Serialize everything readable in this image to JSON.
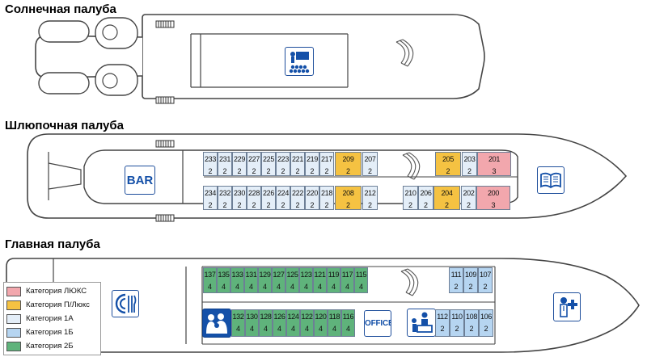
{
  "decks": {
    "sun": {
      "title": "Солнечная палуба"
    },
    "boat": {
      "title": "Шлюпочная палуба",
      "bar_label": "BAR"
    },
    "main": {
      "title": "Главная палуба",
      "office_label": "OFFICE"
    }
  },
  "categories": {
    "lux": {
      "label": "Категория ЛЮКС",
      "color": "#f2a7ad"
    },
    "plux": {
      "label": "Категория П/Люкс",
      "color": "#f5c242"
    },
    "c1a": {
      "label": "Категория 1А",
      "color": "#e4eef8"
    },
    "c1b": {
      "label": "Категория 1Б",
      "color": "#b6d5f1"
    },
    "c2b": {
      "label": "Категория 2Б",
      "color": "#5fb37b"
    }
  },
  "cabins": {
    "boat_top": [
      {
        "num": "233",
        "berths": "2",
        "cat": "c1a"
      },
      {
        "num": "231",
        "berths": "2",
        "cat": "c1a"
      },
      {
        "num": "229",
        "berths": "2",
        "cat": "c1a"
      },
      {
        "num": "227",
        "berths": "2",
        "cat": "c1a"
      },
      {
        "num": "225",
        "berths": "2",
        "cat": "c1a"
      },
      {
        "num": "223",
        "berths": "2",
        "cat": "c1a"
      },
      {
        "num": "221",
        "berths": "2",
        "cat": "c1a"
      },
      {
        "num": "219",
        "berths": "2",
        "cat": "c1a"
      },
      {
        "num": "217",
        "berths": "2",
        "cat": "c1a"
      },
      {
        "num": "209",
        "berths": "2",
        "cat": "plux"
      },
      {
        "num": "207",
        "berths": "2",
        "cat": "c1a"
      },
      {
        "num": "205",
        "berths": "2",
        "cat": "plux"
      },
      {
        "num": "203",
        "berths": "2",
        "cat": "c1a"
      },
      {
        "num": "201",
        "berths": "3",
        "cat": "lux"
      }
    ],
    "boat_bottom": [
      {
        "num": "234",
        "berths": "2",
        "cat": "c1a"
      },
      {
        "num": "232",
        "berths": "2",
        "cat": "c1a"
      },
      {
        "num": "230",
        "berths": "2",
        "cat": "c1a"
      },
      {
        "num": "228",
        "berths": "2",
        "cat": "c1a"
      },
      {
        "num": "226",
        "berths": "2",
        "cat": "c1a"
      },
      {
        "num": "224",
        "berths": "2",
        "cat": "c1a"
      },
      {
        "num": "222",
        "berths": "2",
        "cat": "c1a"
      },
      {
        "num": "220",
        "berths": "2",
        "cat": "c1a"
      },
      {
        "num": "218",
        "berths": "2",
        "cat": "c1a"
      },
      {
        "num": "208",
        "berths": "2",
        "cat": "plux"
      },
      {
        "num": "212",
        "berths": "2",
        "cat": "c1a"
      },
      {
        "num": "210",
        "berths": "2",
        "cat": "c1a"
      },
      {
        "num": "206",
        "berths": "2",
        "cat": "c1a"
      },
      {
        "num": "204",
        "berths": "2",
        "cat": "plux"
      },
      {
        "num": "202",
        "berths": "2",
        "cat": "c1a"
      },
      {
        "num": "200",
        "berths": "3",
        "cat": "lux"
      }
    ],
    "main_top": [
      {
        "num": "137",
        "berths": "4",
        "cat": "c2b"
      },
      {
        "num": "135",
        "berths": "4",
        "cat": "c2b"
      },
      {
        "num": "133",
        "berths": "4",
        "cat": "c2b"
      },
      {
        "num": "131",
        "berths": "4",
        "cat": "c2b"
      },
      {
        "num": "129",
        "berths": "4",
        "cat": "c2b"
      },
      {
        "num": "127",
        "berths": "4",
        "cat": "c2b"
      },
      {
        "num": "125",
        "berths": "4",
        "cat": "c2b"
      },
      {
        "num": "123",
        "berths": "4",
        "cat": "c2b"
      },
      {
        "num": "121",
        "berths": "4",
        "cat": "c2b"
      },
      {
        "num": "119",
        "berths": "4",
        "cat": "c2b"
      },
      {
        "num": "117",
        "berths": "4",
        "cat": "c2b"
      },
      {
        "num": "115",
        "berths": "4",
        "cat": "c2b"
      },
      {
        "num": "111",
        "berths": "2",
        "cat": "c1b"
      },
      {
        "num": "109",
        "berths": "2",
        "cat": "c1b"
      },
      {
        "num": "107",
        "berths": "2",
        "cat": "c1b"
      }
    ],
    "main_bottom": [
      {
        "num": "132",
        "berths": "4",
        "cat": "c2b"
      },
      {
        "num": "130",
        "berths": "4",
        "cat": "c2b"
      },
      {
        "num": "128",
        "berths": "4",
        "cat": "c2b"
      },
      {
        "num": "126",
        "berths": "4",
        "cat": "c2b"
      },
      {
        "num": "124",
        "berths": "4",
        "cat": "c2b"
      },
      {
        "num": "122",
        "berths": "4",
        "cat": "c2b"
      },
      {
        "num": "120",
        "berths": "4",
        "cat": "c2b"
      },
      {
        "num": "118",
        "berths": "4",
        "cat": "c2b"
      },
      {
        "num": "116",
        "berths": "4",
        "cat": "c2b"
      },
      {
        "num": "112",
        "berths": "2",
        "cat": "c1b"
      },
      {
        "num": "110",
        "berths": "2",
        "cat": "c1b"
      },
      {
        "num": "108",
        "berths": "2",
        "cat": "c1b"
      },
      {
        "num": "106",
        "berths": "2",
        "cat": "c1b"
      }
    ]
  },
  "icons": {
    "sun_conference": "conference-hall-icon",
    "boat_bar": "bar-icon",
    "boat_library": "library-book-icon",
    "main_restaurant": "restaurant-icon",
    "main_children": "children-room-icon",
    "main_office": "office-icon",
    "main_reception": "reception-desk-icon",
    "main_medical": "medical-aid-icon",
    "stairs": "staircase-icon"
  },
  "colors": {
    "outline": "#444444",
    "icon_blue": "#1450a8"
  }
}
